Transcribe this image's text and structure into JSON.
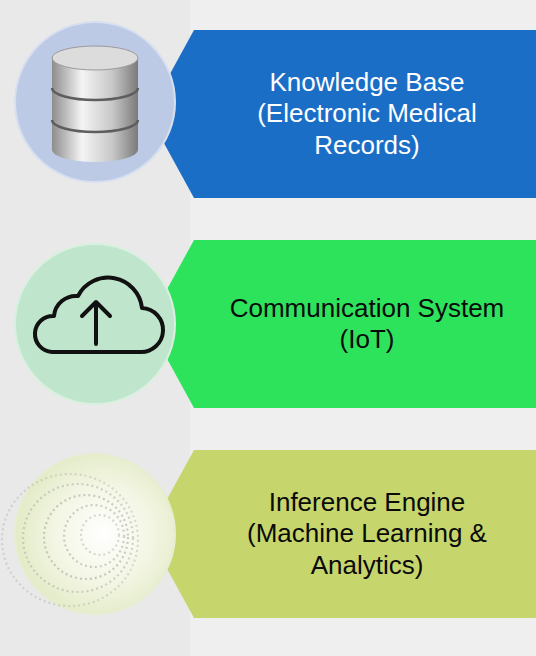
{
  "diagram": {
    "nodes": [
      {
        "text": [
          "Knowledge Base (Electronic Medical Records)"
        ]
      },
      {
        "text": [
          "Communication System (IoT)"
        ]
      },
      {
        "text": [
          "Inference Engine (Machine Learning & Analytics)"
        ]
      }
    ]
  }
}
